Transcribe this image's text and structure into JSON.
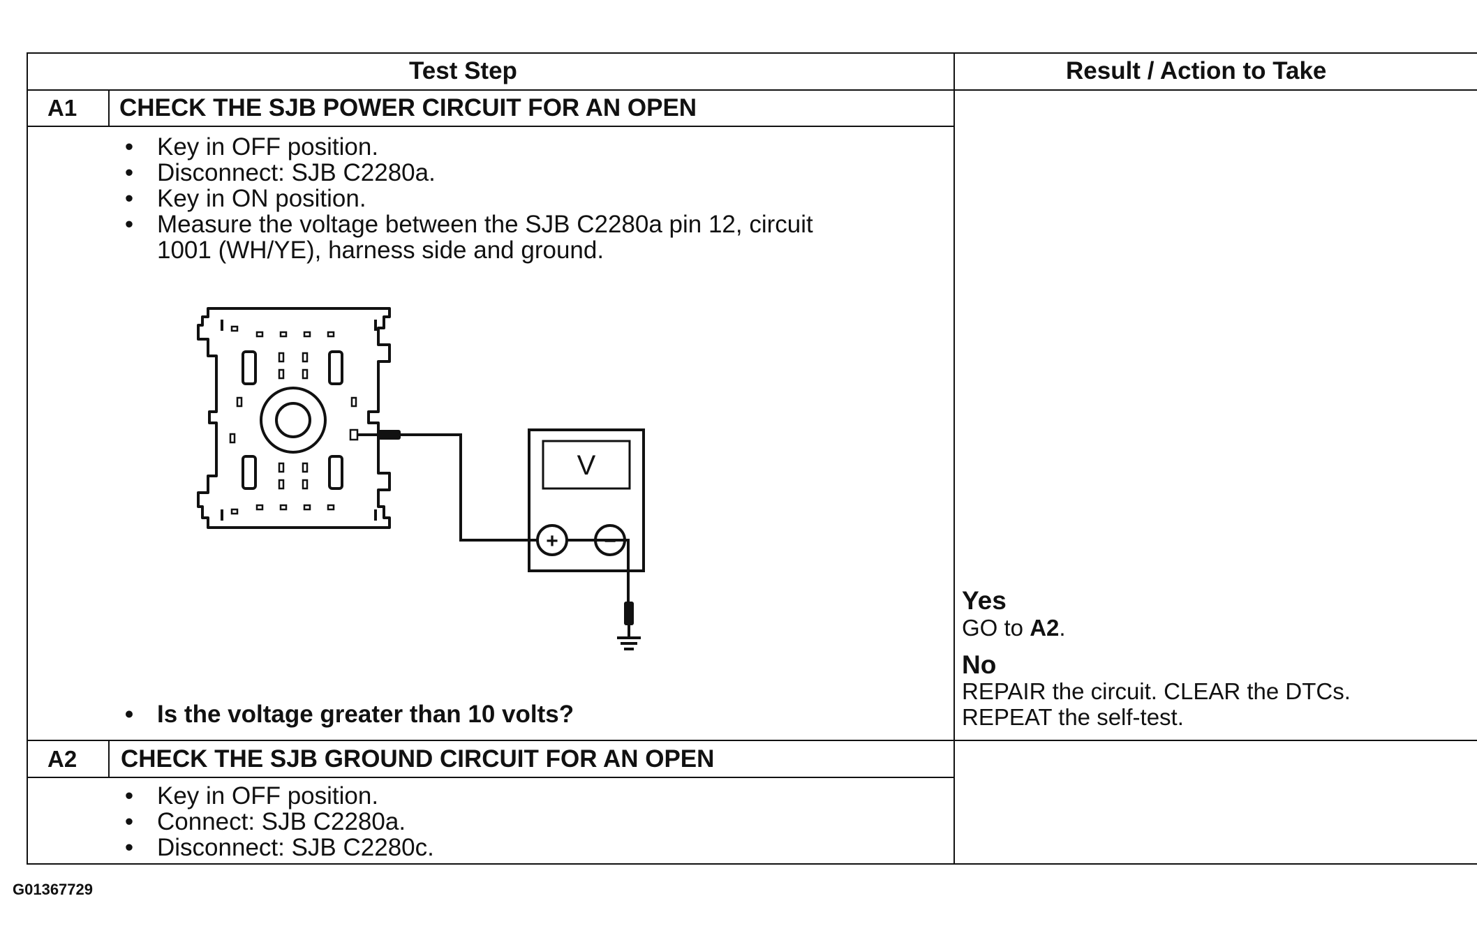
{
  "table": {
    "header": {
      "test_step": "Test Step",
      "result_action": "Result / Action to Take"
    },
    "steps": [
      {
        "id": "A1",
        "title": "CHECK THE SJB POWER CIRCUIT FOR AN OPEN",
        "bullets": [
          "Key in OFF position.",
          "Disconnect: SJB C2280a.",
          "Key in ON position.",
          "Measure the voltage between the SJB C2280a pin 12, circuit",
          "1001 (WH/YE), harness side and ground."
        ],
        "question": "Is the voltage greater than 10 volts?",
        "results": {
          "yes_label": "Yes",
          "yes_action_prefix": "GO to ",
          "yes_action_target": "A2",
          "yes_action_suffix": ".",
          "no_label": "No",
          "no_action_line1": "REPAIR the circuit. CLEAR the DTCs.",
          "no_action_line2": "REPEAT the self-test."
        }
      },
      {
        "id": "A2",
        "title": "CHECK THE SJB GROUND CIRCUIT FOR AN OPEN",
        "bullets": [
          "Key in OFF position.",
          "Connect: SJB C2280a.",
          "Disconnect: SJB C2280c."
        ]
      }
    ]
  },
  "diagram": {
    "meter_symbol": "V",
    "plus_symbol": "+",
    "minus_symbol": "−"
  },
  "bullet_char": "•",
  "figure_id": "G01367729"
}
